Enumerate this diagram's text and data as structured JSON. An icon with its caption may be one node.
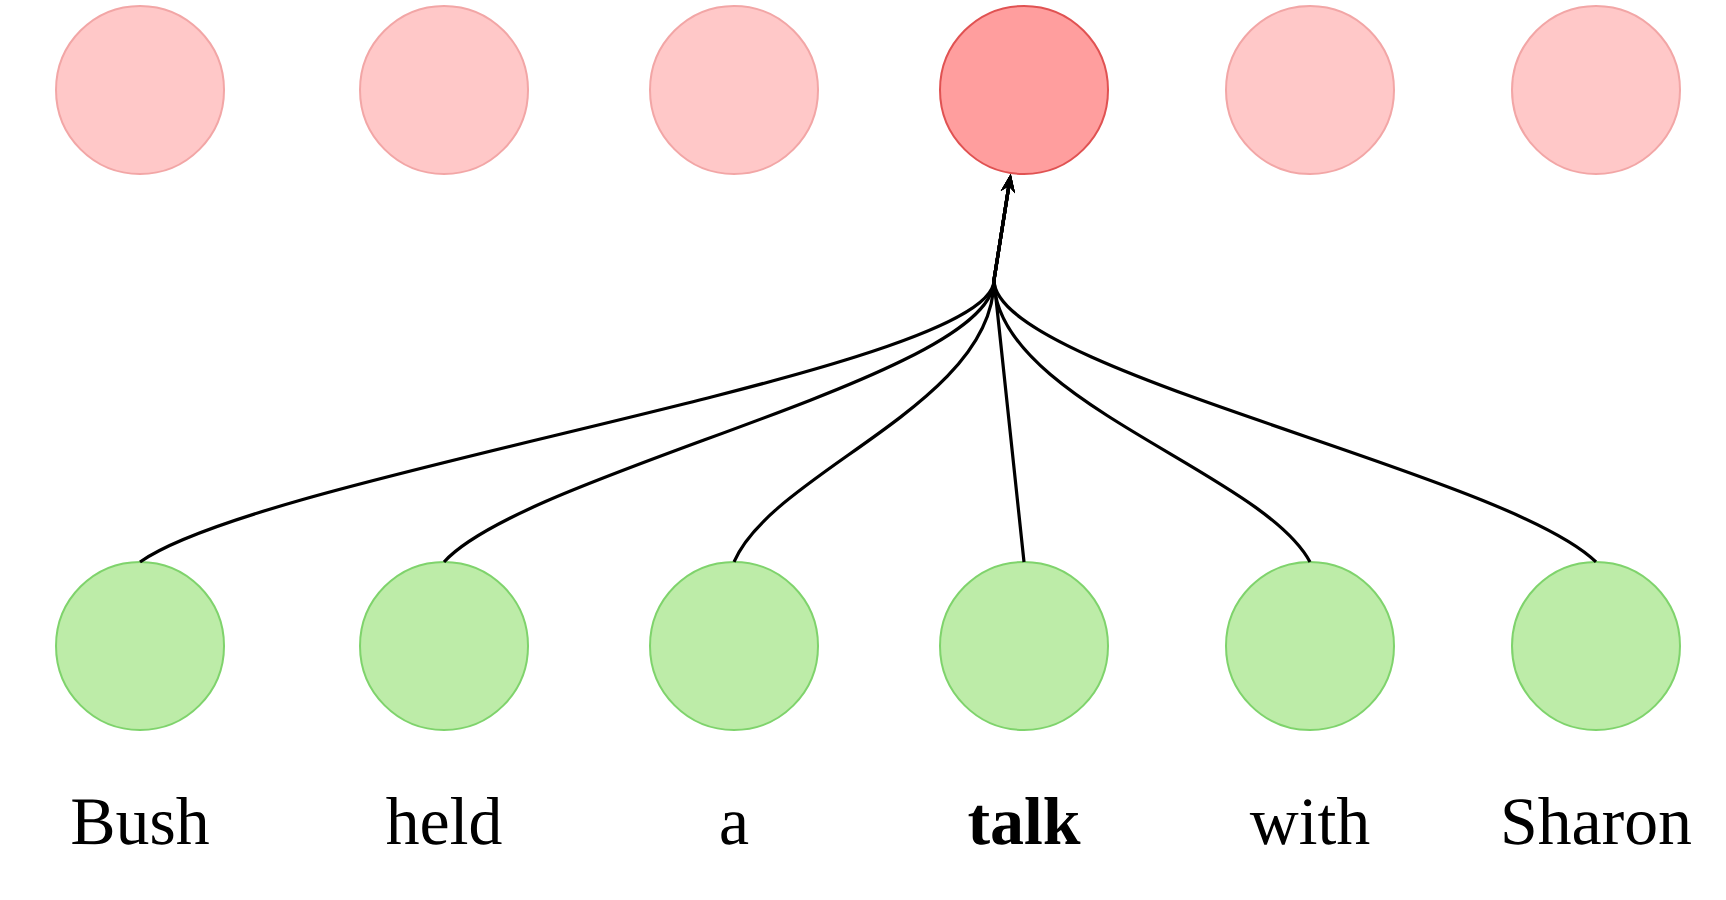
{
  "diagram": {
    "nodes": [
      {
        "text": [],
        "shape": "circle"
      },
      {
        "text": [],
        "shape": "circle"
      },
      {
        "text": [],
        "shape": "circle"
      },
      {
        "text": [],
        "shape": "circle"
      },
      {
        "text": [],
        "shape": "circle"
      },
      {
        "text": [],
        "shape": "circle"
      },
      {
        "text": [
          "Bush"
        ]
      },
      {
        "text": [
          "held"
        ]
      },
      {
        "text": [
          "a"
        ]
      },
      {
        "text": [
          "**talk**"
        ]
      },
      {
        "text": [
          "with"
        ]
      },
      {
        "text": [
          "Sharon"
        ]
      }
    ],
    "edges": [
      {
        "from": 6,
        "to": 3,
        "arrow": "to"
      },
      {
        "from": 7,
        "to": 3,
        "arrow": "to"
      },
      {
        "from": 8,
        "to": 3,
        "arrow": "to"
      },
      {
        "from": 9,
        "to": 3,
        "arrow": "to"
      },
      {
        "from": 10,
        "to": 3,
        "arrow": "to"
      },
      {
        "from": 11,
        "to": 3,
        "arrow": "to"
      }
    ]
  }
}
